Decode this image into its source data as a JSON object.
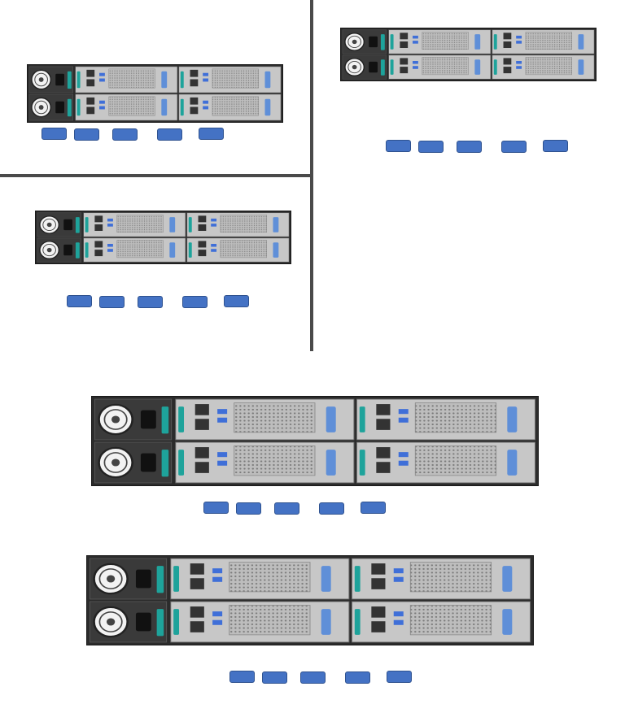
{
  "colors": {
    "button_fill": "#4472c4",
    "button_border": "#2f528f",
    "divider": "#4a4a4a",
    "chassis_dark": "#2b2b2b",
    "chassis_metal": "#c7c7c7",
    "usb_blue": "#3f6fd8",
    "vga_blue": "#5f8fd8",
    "latch_teal": "#1ea39b"
  },
  "panels": [
    {
      "id": "panel-1",
      "button_count": 5
    },
    {
      "id": "panel-2",
      "button_count": 5
    },
    {
      "id": "panel-3",
      "button_count": 5
    },
    {
      "id": "panel-4",
      "button_count": 5
    },
    {
      "id": "panel-5",
      "button_count": 5
    }
  ],
  "icons": {
    "server": "server-rear-chassis-icon",
    "fan": "psu-fan-icon",
    "power": "power-socket-icon",
    "usb": "usb-port-icon",
    "ethernet": "ethernet-port-icon",
    "vga": "vga-port-icon",
    "latch": "node-latch-icon"
  }
}
